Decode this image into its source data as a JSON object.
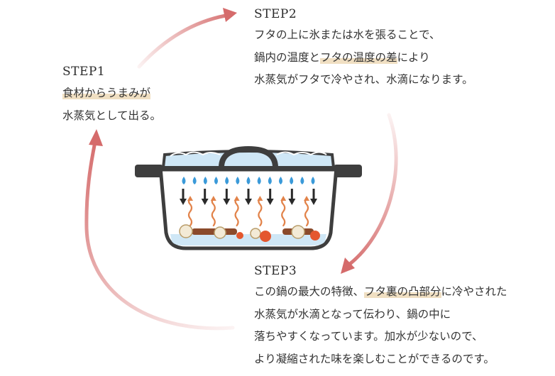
{
  "colors": {
    "arrow": "#d56b6b",
    "highlight": "#f0dfc2",
    "pot": "#3e3e3e",
    "water": "#cfe7f6",
    "droplet": "#3a9ad9",
    "steam": "#e2834a",
    "down_arrow": "#2a2a2a"
  },
  "step1": {
    "title": "STEP1",
    "line1_highlight": "食材からうまみが",
    "line2": "水蒸気として出る。"
  },
  "step2": {
    "title": "STEP2",
    "line1": "フタの上に氷または水を張ることで、",
    "line2_pre": "鍋内の温度と",
    "line2_highlight": "フタの温度の差",
    "line2_post": "により",
    "line3": "水蒸気がフタで冷やされ、水滴になります。"
  },
  "step3": {
    "title": "STEP3",
    "line1_pre": "この鍋の最大の特徴、",
    "line1_highlight": "フタ裏の凸部分",
    "line1_post": "に冷やされた",
    "line2": "水蒸気が水滴となって伝わり、鍋の中に",
    "line3": "落ちやすくなっています。加水が少ないので、",
    "line4": "より凝縮された味を楽しむことができるのです。"
  },
  "illustration": {
    "icon": "pot-icon",
    "droplet_count": 13,
    "down_arrow_count": 7,
    "steam_count": 6
  }
}
